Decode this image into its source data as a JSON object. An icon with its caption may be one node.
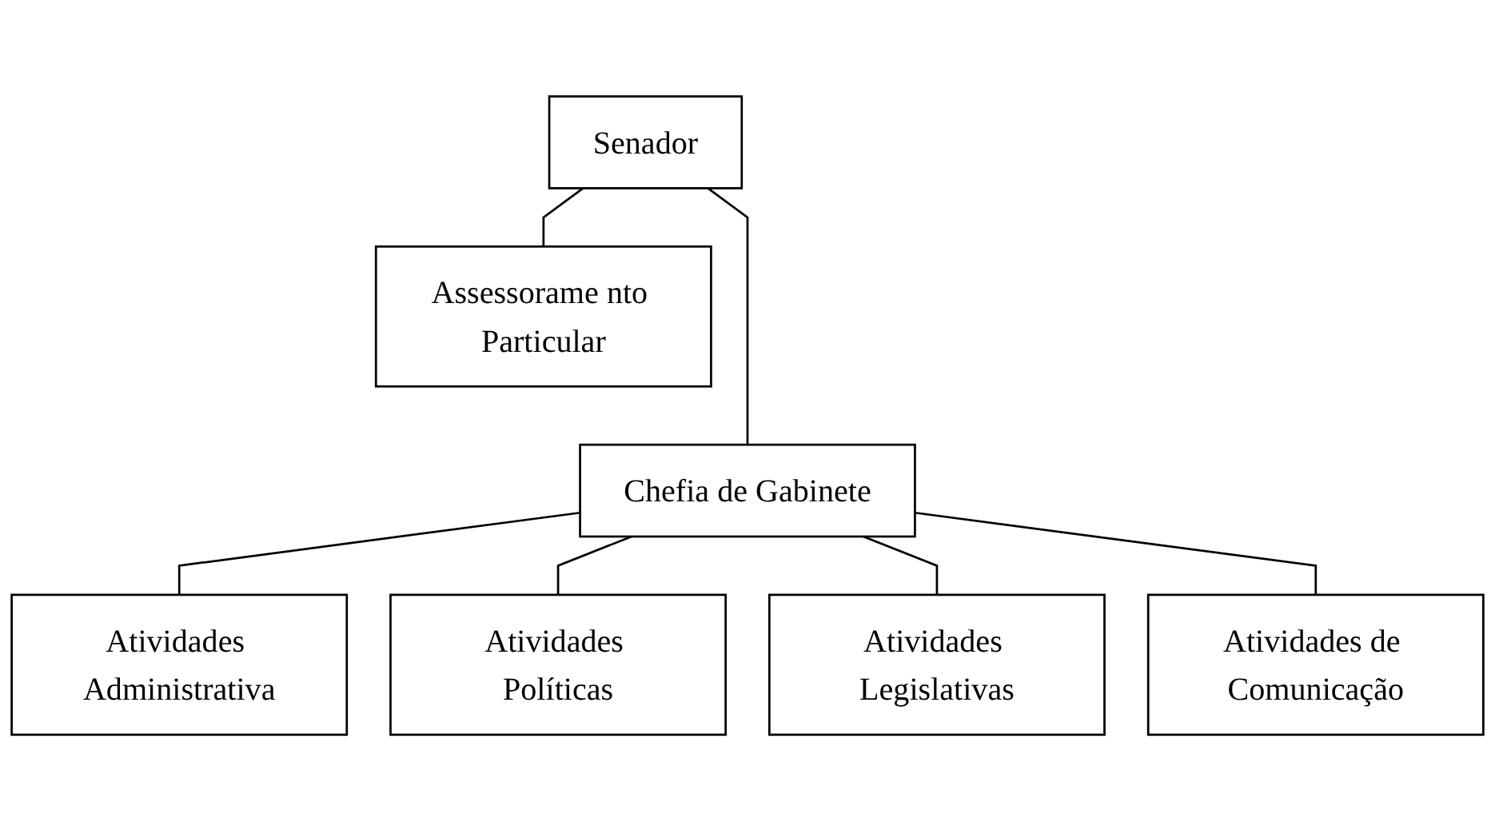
{
  "diagram": {
    "nodes": [
      {
        "text": [
          "Senador"
        ]
      },
      {
        "text": [
          "Assessorame nto Particular"
        ]
      },
      {
        "text": [
          "Chefia de Gabinete"
        ]
      },
      {
        "text": [
          "Atividades Administrativa"
        ]
      },
      {
        "text": [
          "Atividades Políticas"
        ]
      },
      {
        "text": [
          "Atividades Legislativas"
        ]
      },
      {
        "text": [
          "Atividades de Comunicação"
        ]
      }
    ],
    "edges": [
      {
        "from": 0,
        "to": 1,
        "arrow": "none"
      },
      {
        "from": 0,
        "to": 2,
        "arrow": "none"
      },
      {
        "from": 2,
        "to": 3,
        "arrow": "none"
      },
      {
        "from": 2,
        "to": 4,
        "arrow": "none"
      },
      {
        "from": 2,
        "to": 5,
        "arrow": "none"
      },
      {
        "from": 2,
        "to": 6,
        "arrow": "none"
      }
    ]
  }
}
